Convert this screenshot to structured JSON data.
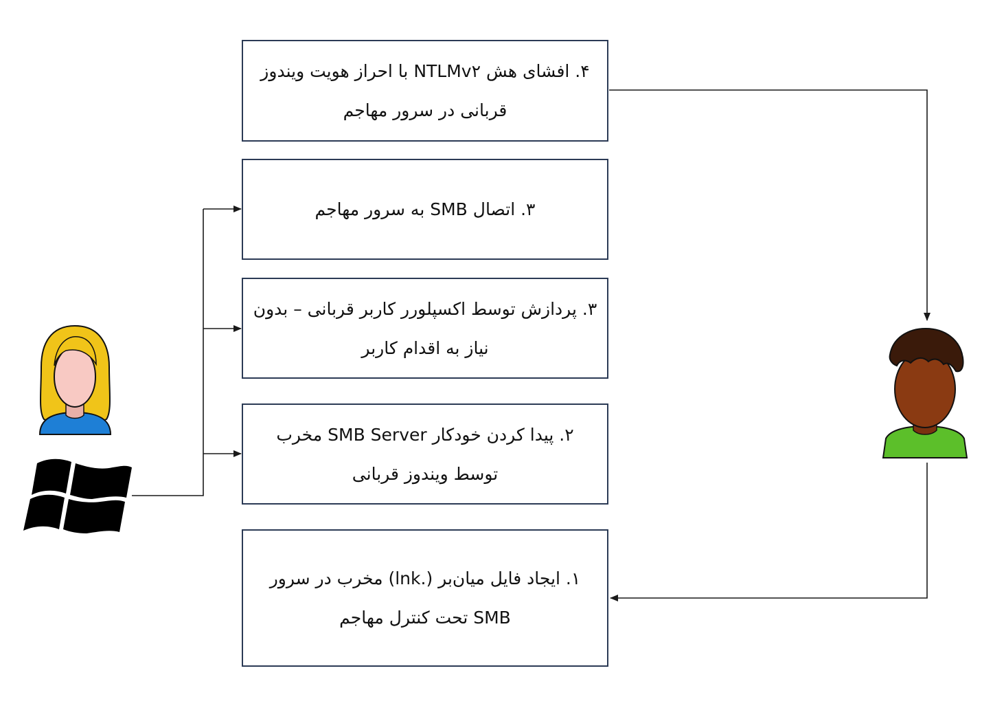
{
  "steps": [
    {
      "id": "step-4-hash-leak",
      "text": "۴. افشای هش NTLMv۲ با احراز هویت ویندوز قربانی در سرور مهاجم"
    },
    {
      "id": "step-3-smb-connection",
      "text": "۳.  اتصال SMB به سرور مهاجم"
    },
    {
      "id": "step-3-explorer-processing",
      "text": "۳.  پردازش توسط اکسپلورر کاربر قربانی – بدون نیاز به اقدام کاربر"
    },
    {
      "id": "step-2-auto-discovery",
      "text": "۲.  پیدا کردن خودکار SMB Server  مخرب توسط ویندوز قربانی"
    },
    {
      "id": "step-1-create-lnk",
      "text": "۱. ایجاد فایل میان‌بر (.lnk) مخرب در سرور SMB تحت کنترل مهاجم"
    }
  ],
  "icons": {
    "victim": "victim-user-icon",
    "windows": "windows-logo-icon",
    "attacker": "attacker-user-icon"
  },
  "colors": {
    "box_border": "#2b3a55",
    "connector": "#1a1a1a",
    "victim_hair": "#f0c419",
    "victim_shirt": "#1e7fd6",
    "attacker_skin": "#8a3a12",
    "attacker_shirt": "#5cbf2a"
  }
}
